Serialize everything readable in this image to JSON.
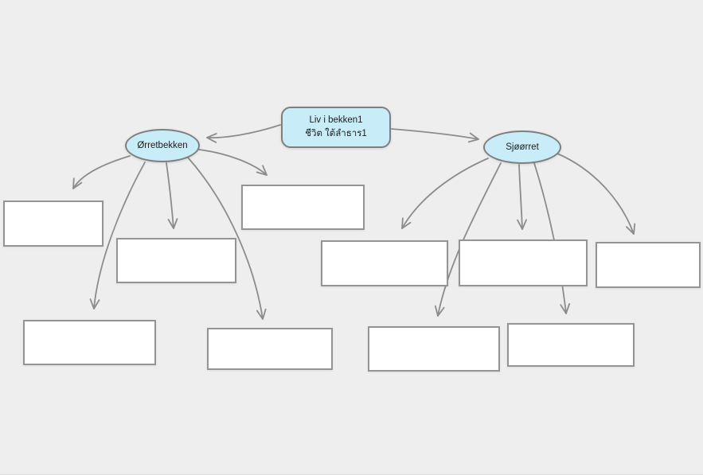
{
  "nodes": {
    "root": {
      "line1": "Liv i bekken1",
      "line2": "ชีวิต ใต้ลำธาร1"
    },
    "branch_left": {
      "label": "Ørretbekken"
    },
    "branch_right": {
      "label": "Sjøørret"
    }
  },
  "empty_topic_boxes": {
    "left_branch_count": 5,
    "right_branch_count": 5,
    "total": 10
  },
  "colors": {
    "background": "#eeeeee",
    "node_fill": "#c8edf8",
    "node_border": "#7f7f7f",
    "box_fill": "#ffffff",
    "box_border": "#949494",
    "arrow": "#8c8c8c",
    "text": "#1c1c1c"
  }
}
